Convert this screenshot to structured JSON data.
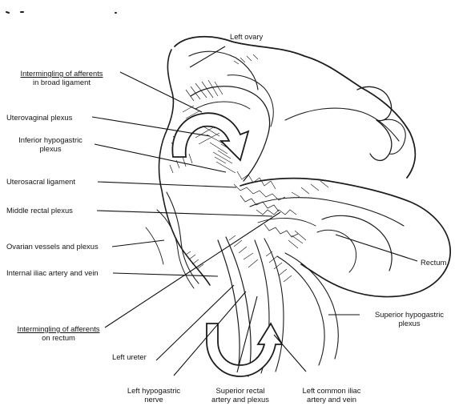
{
  "labels": {
    "left_ovary": "Left ovary",
    "intermingling_broad": [
      "Intermingling of afferents",
      "in broad ligament"
    ],
    "uterovaginal": "Uterovaginal plexus",
    "inferior_hypogastric": [
      "Inferior hypogastric",
      "plexus"
    ],
    "uterosacral": "Uterosacral ligament",
    "middle_rectal": "Middle rectal plexus",
    "ovarian_vessels": "Ovarian vessels and plexus",
    "internal_iliac": "Internal iliac artery and vein",
    "rectum": "Rectum",
    "intermingling_rectum": [
      "Intermingling of afferents",
      "on rectum"
    ],
    "superior_hypogastric": [
      "Superior hypogastric",
      "plexus"
    ],
    "left_ureter": "Left ureter",
    "left_hypogastric_nerve": [
      "Left hypogastric",
      "nerve"
    ],
    "superior_rectal": [
      "Superior rectal",
      "artery and plexus"
    ],
    "left_common_iliac": [
      "Left common iliac",
      "artery and vein"
    ]
  },
  "colors": {
    "ink": "#151515",
    "arrow_fill": "#ffffff",
    "background": "#ffffff"
  }
}
